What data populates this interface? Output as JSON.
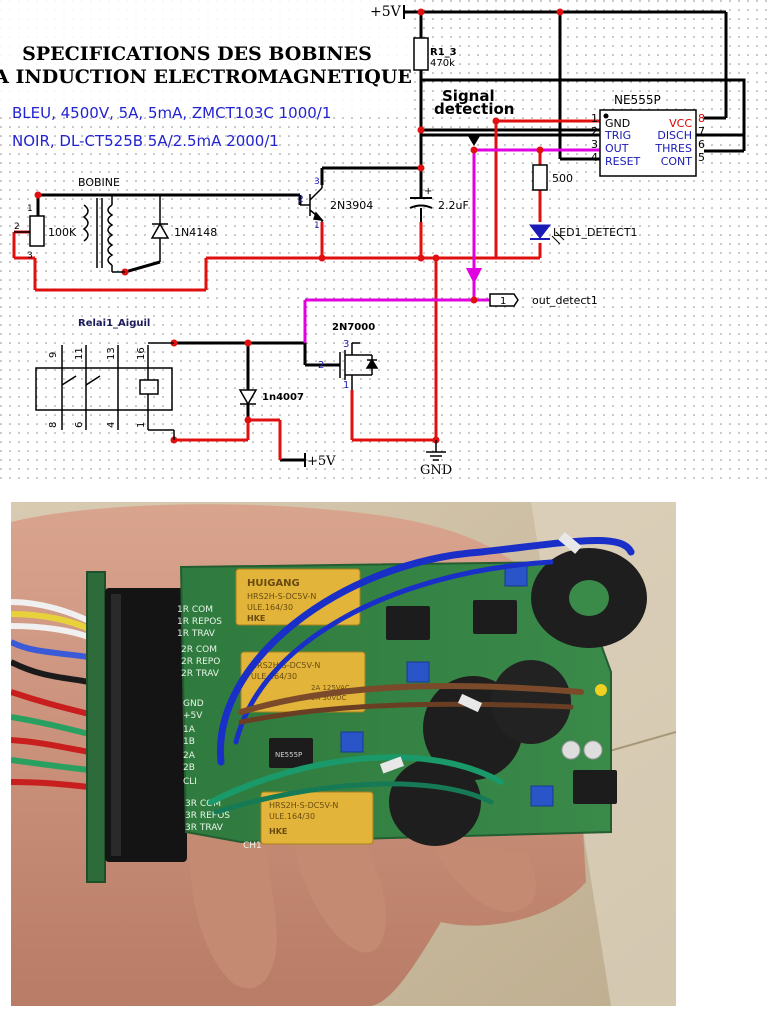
{
  "header": {
    "title_line1": "SPECIFICATIONS DES BOBINES",
    "title_line2": "A INDUCTION ELECTROMAGNETIQUE",
    "spec_blue": "BLEU, 4500V, 5A, 5mA, ZMCT103C 1000/1",
    "spec_black": "NOIR, DL-CT525B 5A/2.5mA 2000/1"
  },
  "colors": {
    "wire_black": "#000000",
    "wire_red": "#e01010",
    "wire_magenta": "#e000e0",
    "ic_pin_label": "#1a1ab4",
    "spec_text": "#2323d2",
    "vcc_pin": "#e00000",
    "pcb_green": "#3a8a4a",
    "relay_yellow": "#e2b53a",
    "ct_black": "#1e1e1e",
    "wire_blue": "#1a2fc8"
  },
  "schematic": {
    "vcc_top": "+5V",
    "r1_label": "R1_3",
    "r1_value": "470k",
    "signal_line1": "Signal",
    "signal_line2": "detection",
    "ic_name": "NE555P",
    "ic_pins_left": [
      {
        "num": "1",
        "name": "GND"
      },
      {
        "num": "2",
        "name": "TRIG"
      },
      {
        "num": "3",
        "name": "OUT"
      },
      {
        "num": "4",
        "name": "RESET"
      }
    ],
    "ic_pins_right": [
      {
        "num": "8",
        "name": "VCC"
      },
      {
        "num": "7",
        "name": "DISCH"
      },
      {
        "num": "6",
        "name": "THRES"
      },
      {
        "num": "5",
        "name": "CONT"
      }
    ],
    "bobine_label": "BOBINE",
    "pot_value": "100K",
    "pot_pins": [
      "1",
      "2",
      "3"
    ],
    "diode1": "1N4148",
    "q1_name": "2N3904",
    "q1_pins": [
      "1",
      "2",
      "3"
    ],
    "cap_value": "2.2uF",
    "cap_plus": "+",
    "r_led": "500",
    "led_label": "LED1_DETECT1",
    "out_port_num": "1",
    "out_port_label": "out_detect1",
    "relay_name": "Relai1_Aiguil",
    "relay_pins_top": [
      "9",
      "11",
      "13",
      "16"
    ],
    "relay_pins_bottom": [
      "8",
      "6",
      "4",
      "1"
    ],
    "mosfet_name": "2N7000",
    "mosfet_pins": [
      "1",
      "2",
      "3"
    ],
    "diode2": "1n4007",
    "vcc_bottom": "+5V",
    "gnd_label": "GND"
  },
  "photo": {
    "relay_brand": "HUIGANG",
    "relay_model": "HRS2H-S-DC5V-N",
    "relay_rating": "ULE.164/30",
    "relay_marks": [
      "2A 125VAC",
      "2A 30VDC"
    ],
    "relay_brand_short": "HKE",
    "ic_label": "NE555P",
    "board_tag": "CH1",
    "silk_labels": [
      "1R COM",
      "1R REPOS",
      "1R TRAV",
      "2R COM",
      "2R REPO",
      "2R TRAV",
      "GND",
      "+5V",
      "1A",
      "1B",
      "2A",
      "2B",
      "CLI",
      "3R COM",
      "3R REPOS",
      "3R TRAV"
    ]
  }
}
